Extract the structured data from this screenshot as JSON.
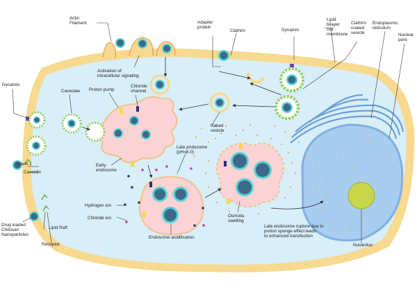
{
  "labels": {
    "actin_filament": [
      "Actin",
      "Filament"
    ],
    "activation_signaling": [
      "Activation of",
      "intracellular signaling"
    ],
    "adapter_protein": [
      "Adapter",
      "protein"
    ],
    "clathrin": "Clathrin",
    "dynamin_top": "Dynamin",
    "lipid_bilayer": [
      "Lipid",
      "bilayer",
      "cell",
      "membrane"
    ],
    "clathrin_coated_vesicle": [
      "Clathrin",
      "coated",
      "vesicle"
    ],
    "endoplasmic_reticulum": [
      "Endoplasmic",
      "reticulum"
    ],
    "nuclear_pore": [
      "Nuclear",
      "pore"
    ],
    "dynamin_left": "Dynamin",
    "caveolae": "Caveolae",
    "proton_pump": "Proton pump",
    "chloride_channel": [
      "Chloride",
      "channel"
    ],
    "naked_vesicle": [
      "Naked",
      "vesicle"
    ],
    "cavin1": "Cavin 1",
    "caveolin": "Caveolin",
    "early_endosome": [
      "Early",
      "endosome"
    ],
    "late_endosome": [
      "Late endosome",
      "(pH=6.0)"
    ],
    "hydrogen_ion": "Hydrogen ion",
    "chloride_ion": "Chloride ion",
    "drug_loaded": [
      "Drug loaded",
      "Chitosan",
      "Nanoparticles"
    ],
    "lipid_raft": "Lipid Raft",
    "receptor": "Receptor",
    "osmotic_swelling": [
      "Osmotic",
      "swelling"
    ],
    "endosome_acidification": "Endosome acidification",
    "late_endosome_rupture": [
      "Late endosome rupture due to",
      "proton sponge effect leads",
      "to enhanced transfection"
    ],
    "nucleolus": "Nucleolus"
  },
  "colors": {
    "membrane": "#f7d98f",
    "cytoplasm": "#d8eef8",
    "nucleus": "#a9cdf0",
    "nucleus_dark": "#7fb0e0",
    "er": "#6a9fd6",
    "endosome": "#fbd3d4",
    "nanoparticle_core": "#3d6a8a",
    "nanoparticle_ring": "#57d3d3",
    "clathrin": "#8fcf5b",
    "actin": "#e07a2e",
    "nucleolus": "#c8d44a",
    "proton_pump": "#f6d84a",
    "hydrogen_ion": "#27307e",
    "chloride_ion": "#c93ab8",
    "dynamin": "#7a3fae",
    "osmotic_dots": "#d9a53f"
  }
}
